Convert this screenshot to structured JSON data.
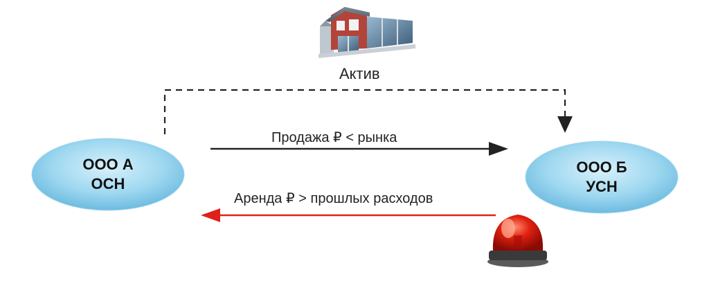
{
  "asset": {
    "label": "Актив",
    "icon": "building-icon"
  },
  "company_a": {
    "line1": "ООО А",
    "line2": "ОСН"
  },
  "company_b": {
    "line1": "ООО Б",
    "line2": "УСН"
  },
  "sale_label": "Продажа ₽ < рынка",
  "rent_label": "Аренда ₽ > прошлых расходов",
  "alarm": {
    "icon": "alarm-beacon-icon"
  },
  "colors": {
    "ellipse": "#8fd1ee",
    "arrow_sale": "#222222",
    "arrow_rent": "#e0201a",
    "dashed": "#222222",
    "beacon": "#d81818"
  }
}
